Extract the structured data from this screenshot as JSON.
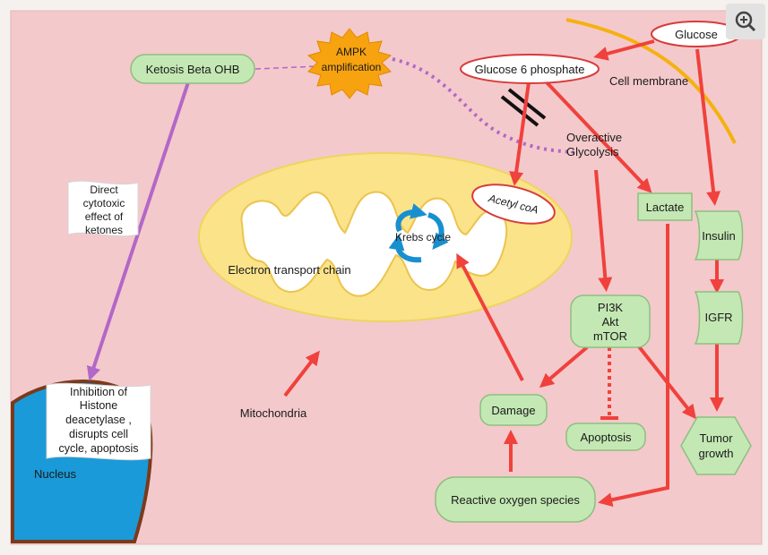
{
  "diagram": {
    "nodes": {
      "glucose": "Glucose",
      "glucose6p": "Glucose 6 phosphate",
      "cell_membrane": "Cell membrane",
      "ampk_line1": "AMPK",
      "ampk_line2": "amplification",
      "ketosis": "Ketosis Beta OHB",
      "overactive_line1": "Overactive",
      "overactive_line2": "Glycolysis",
      "acetyl_coa": "Acetyl coA",
      "lactate": "Lactate",
      "insulin": "Insulin",
      "igfr": "IGFR",
      "krebs": "Krebs cycle",
      "etc": "Electron transport chain",
      "pi3k_line1": "PI3K",
      "pi3k_line2": "Akt",
      "pi3k_line3": "mTOR",
      "damage": "Damage",
      "apoptosis": "Apoptosis",
      "tumor_line1": "Tumor",
      "tumor_line2": "growth",
      "mitochondria": "Mitochondria",
      "ros": "Reactive oxygen species",
      "direct_line1": "Direct",
      "direct_line2": "cytotoxic",
      "direct_line3": "effect of",
      "direct_line4": "ketones",
      "inhibition_line1": "Inhibition of",
      "inhibition_line2": "Histone",
      "inhibition_line3": "deacetylase ,",
      "inhibition_line4": "disrupts cell",
      "inhibition_line5": "cycle, apoptosis",
      "nucleus": "Nucleus"
    },
    "colors": {
      "background": "#f4c9cb",
      "node_fill": "#c4e8b4",
      "node_stroke": "#8dbf80",
      "arrow_red": "#f0413c",
      "arrow_purple": "#b168c8",
      "mito_fill": "#fbe38a",
      "nucleus_fill": "#1a9ad8",
      "ampk_fill": "#f7a20f",
      "membrane": "#f5b10e"
    }
  },
  "toolbar": {
    "zoom_icon": "zoom-in-icon"
  }
}
